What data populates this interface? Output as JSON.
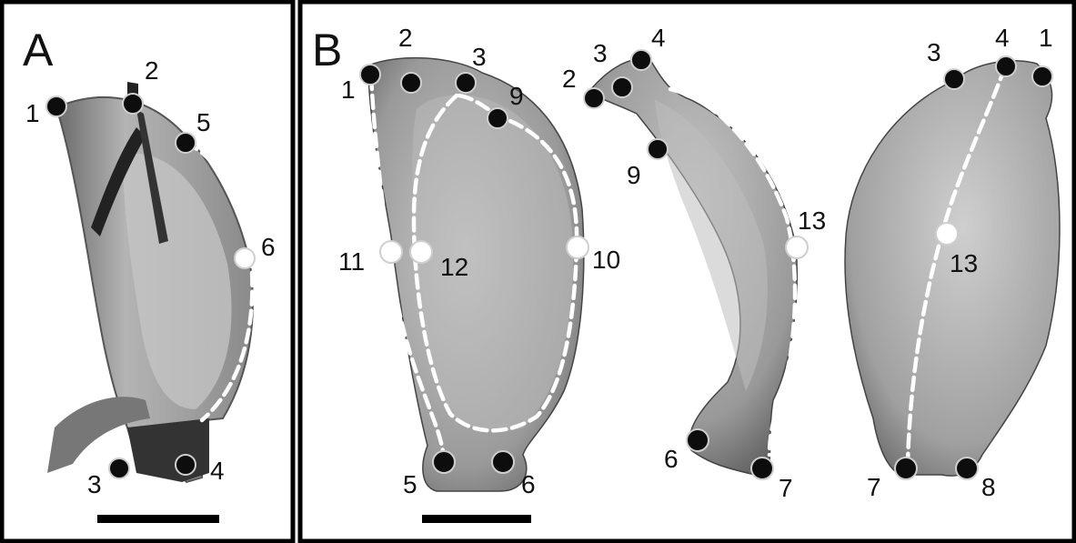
{
  "panels": [
    {
      "id": "A",
      "letter": "A",
      "landmarks": [
        {
          "num": "1",
          "type": "fixed"
        },
        {
          "num": "2",
          "type": "fixed"
        },
        {
          "num": "5",
          "type": "fixed"
        },
        {
          "num": "6",
          "type": "semilandmark"
        },
        {
          "num": "3",
          "type": "fixed"
        },
        {
          "num": "4",
          "type": "fixed"
        }
      ]
    },
    {
      "id": "B",
      "letter": "B",
      "views": [
        {
          "id": "view-1",
          "landmarks": [
            {
              "num": "1",
              "type": "fixed"
            },
            {
              "num": "2",
              "type": "fixed"
            },
            {
              "num": "3",
              "type": "fixed"
            },
            {
              "num": "9",
              "type": "fixed"
            },
            {
              "num": "11",
              "type": "semilandmark"
            },
            {
              "num": "12",
              "type": "semilandmark"
            },
            {
              "num": "10",
              "type": "semilandmark"
            },
            {
              "num": "5",
              "type": "fixed"
            },
            {
              "num": "6",
              "type": "fixed"
            }
          ]
        },
        {
          "id": "view-2",
          "landmarks": [
            {
              "num": "2",
              "type": "fixed"
            },
            {
              "num": "3",
              "type": "fixed"
            },
            {
              "num": "4",
              "type": "fixed"
            },
            {
              "num": "9",
              "type": "fixed"
            },
            {
              "num": "13",
              "type": "semilandmark"
            },
            {
              "num": "6",
              "type": "fixed"
            },
            {
              "num": "7",
              "type": "fixed"
            }
          ]
        },
        {
          "id": "view-3",
          "landmarks": [
            {
              "num": "3",
              "type": "fixed"
            },
            {
              "num": "4",
              "type": "fixed"
            },
            {
              "num": "1",
              "type": "fixed"
            },
            {
              "num": "13",
              "type": "semilandmark"
            },
            {
              "num": "7",
              "type": "fixed"
            },
            {
              "num": "8",
              "type": "fixed"
            }
          ]
        }
      ]
    }
  ],
  "colors": {
    "fixed_landmark": "#0d0d0d",
    "semilandmark": "#ffffff",
    "outline": "#ffffff",
    "border": "#000000",
    "scale_bar": "#000000"
  }
}
